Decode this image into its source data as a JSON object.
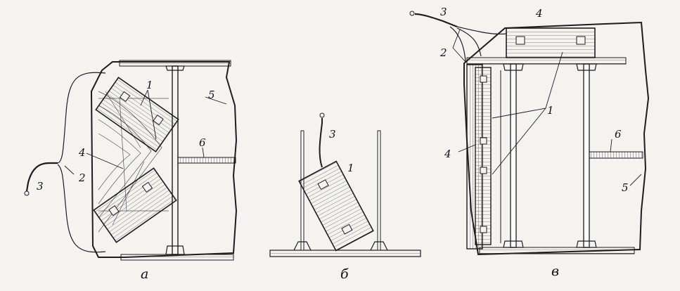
{
  "figure_a": {
    "label": "а",
    "callouts": {
      "n1": "1",
      "n2": "2",
      "n3": "3",
      "n4": "4",
      "n5": "5",
      "n6": "6"
    }
  },
  "figure_b": {
    "label": "б",
    "callouts": {
      "n1": "1",
      "n3": "3"
    }
  },
  "figure_c": {
    "label": "в",
    "callouts": {
      "n1": "1",
      "n2": "2",
      "n3": "3",
      "n4_top": "4",
      "n4_side": "4",
      "n5": "5",
      "n6": "6"
    }
  }
}
